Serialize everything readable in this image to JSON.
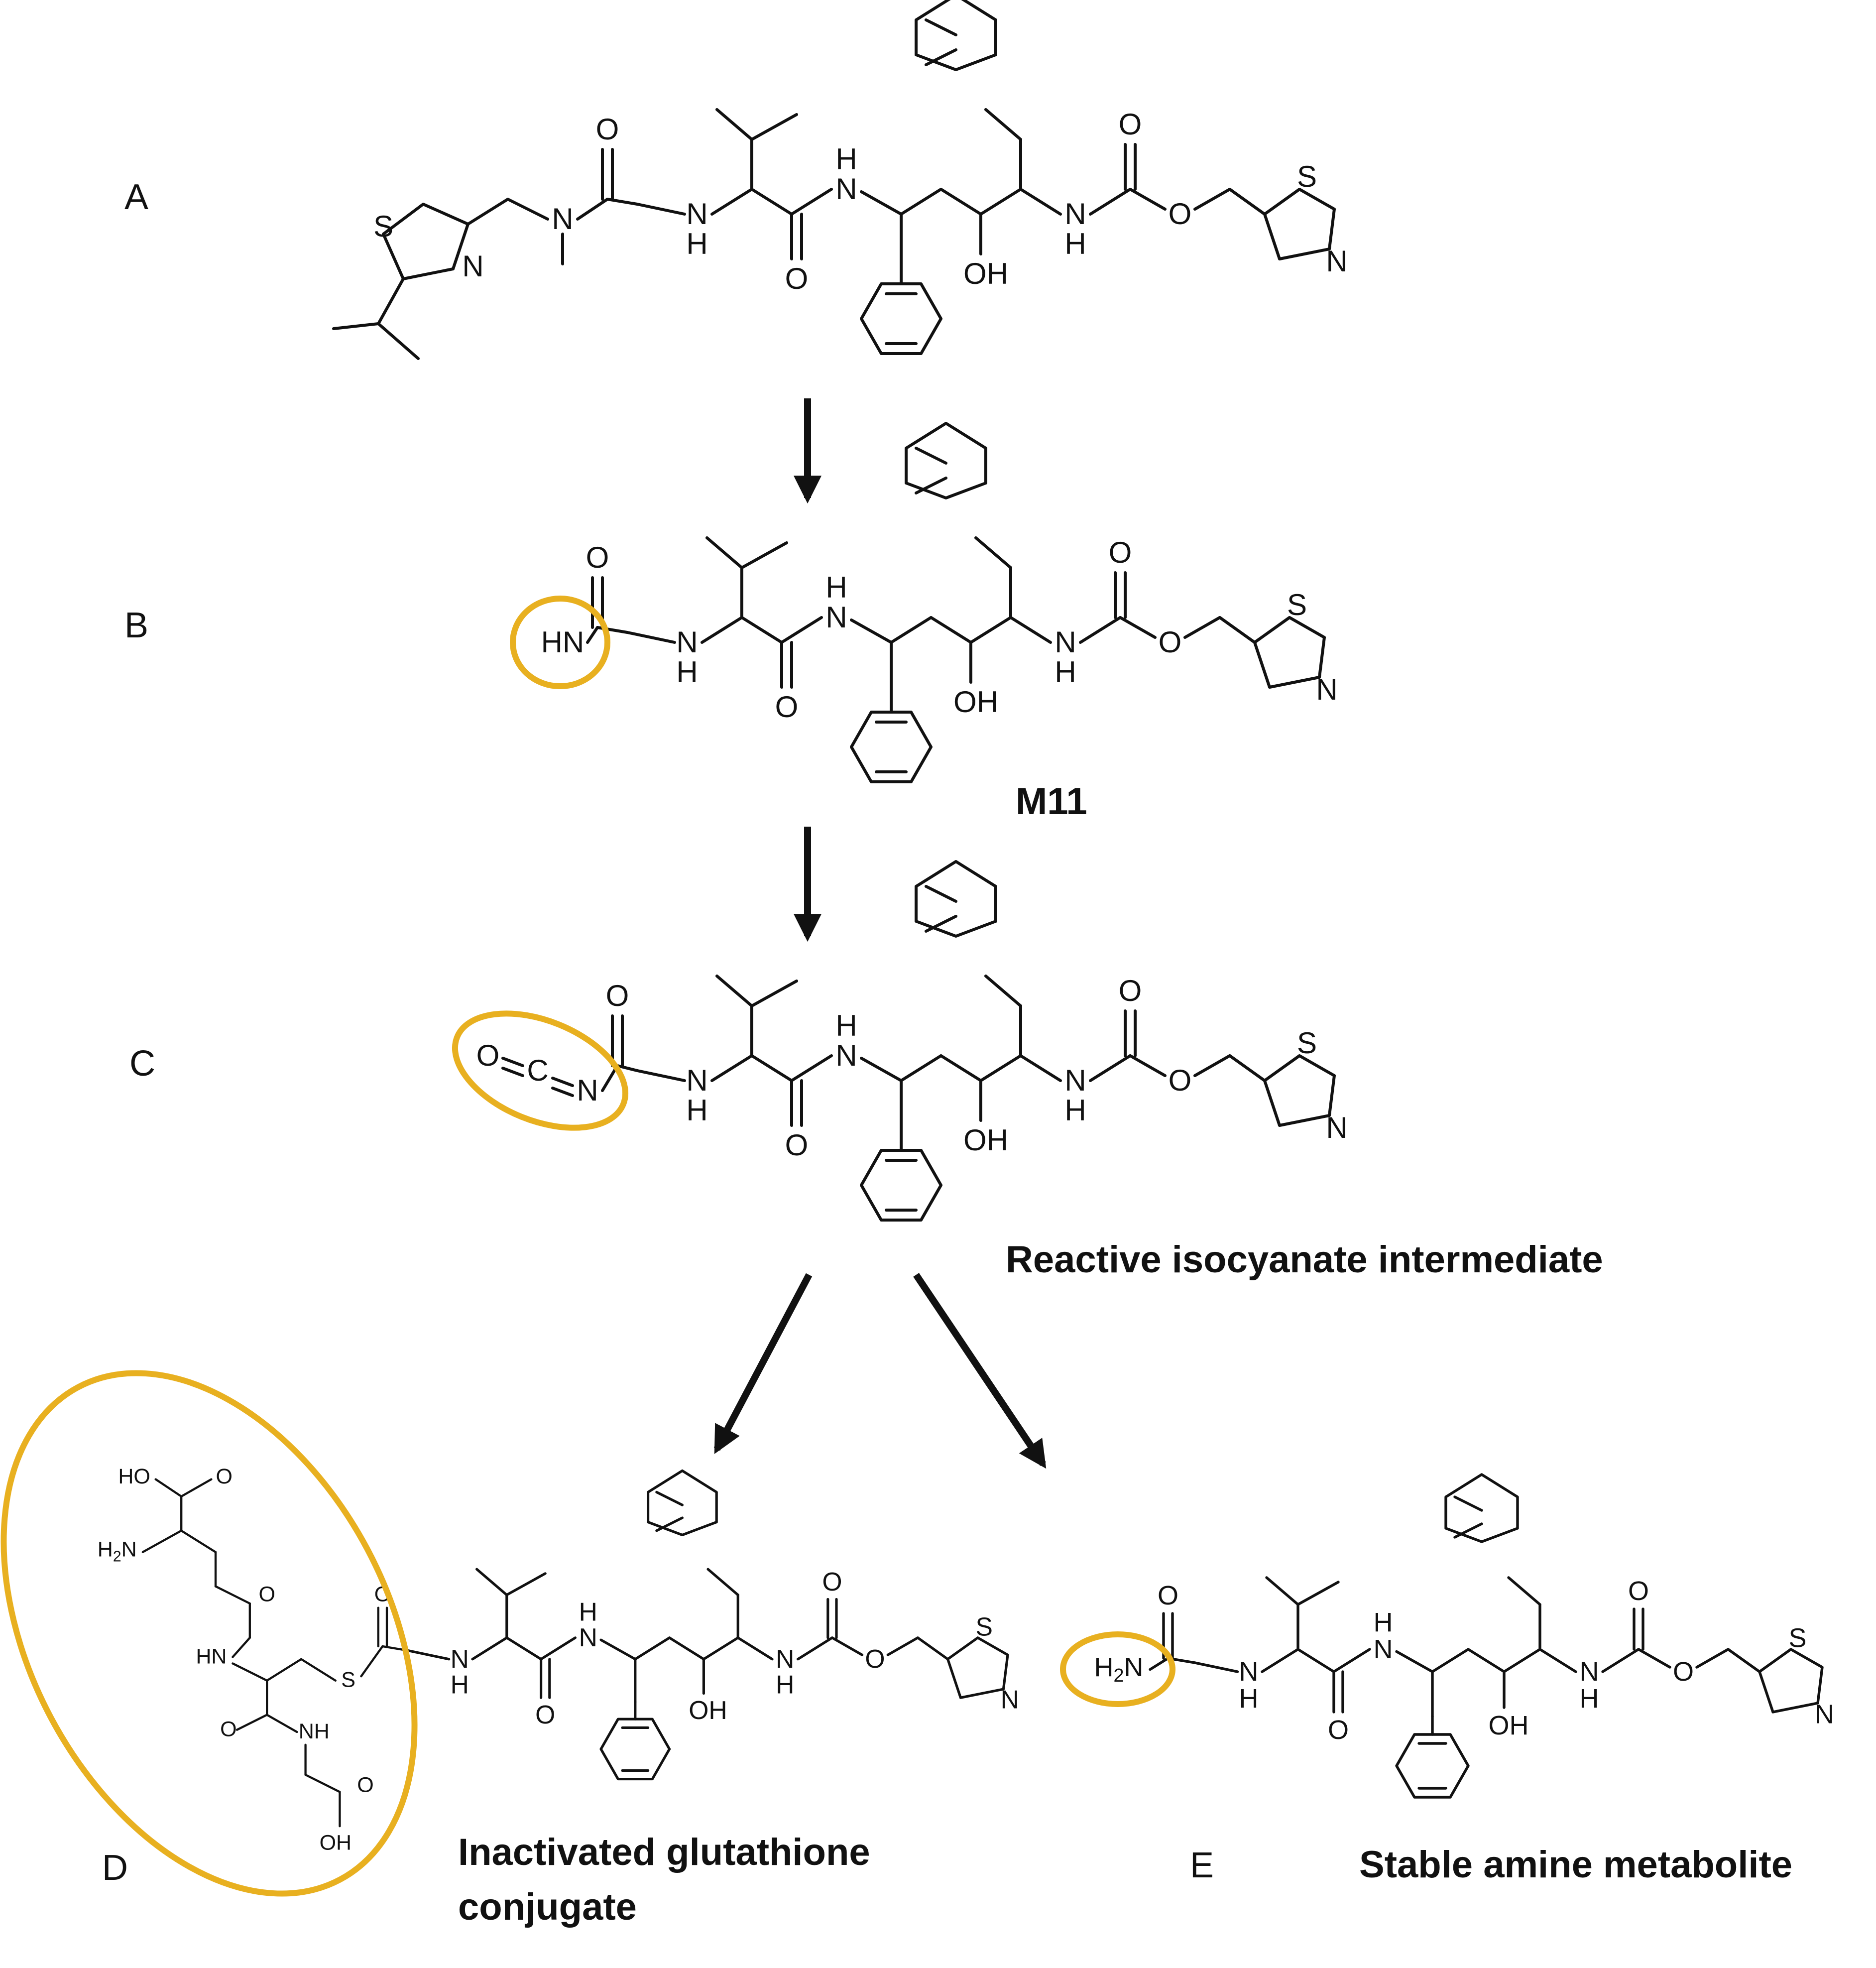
{
  "colors": {
    "highlight": "#E8B020",
    "ink": "#111111"
  },
  "stages": {
    "A": {
      "label": "A"
    },
    "B": {
      "label": "B",
      "caption": "M11",
      "highlight_group": "HN"
    },
    "C": {
      "label": "C",
      "caption": "Reactive isocyanate intermediate",
      "highlight_group": "O=C=N"
    },
    "D": {
      "label": "D",
      "caption_line1": "Inactivated glutathione",
      "caption_line2": "conjugate"
    },
    "E": {
      "label": "E",
      "caption": "Stable amine metabolite",
      "highlight_group": "H2N"
    }
  },
  "atoms": {
    "O": "O",
    "N": "N",
    "S": "S",
    "H": "H",
    "OH": "OH",
    "NH": "NH",
    "HN": "HN",
    "HO": "HO",
    "H2N": "H2N",
    "H2": "H",
    "sub2": "2",
    "C": "C"
  }
}
